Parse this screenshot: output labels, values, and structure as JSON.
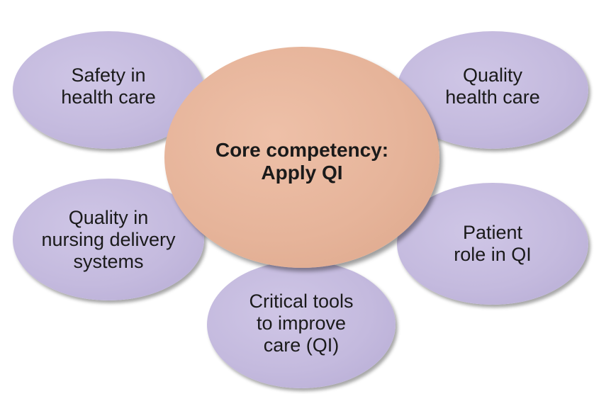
{
  "diagram": {
    "core": {
      "label": "Core competency:\nApply QI"
    },
    "satellites": {
      "safety": "Safety in\nhealth care",
      "quality": "Quality\nhealth care",
      "nursing": "Quality in\nnursing delivery\nsystems",
      "patient": "Patient\nrole in QI",
      "tools": "Critical tools\nto improve\ncare (QI)"
    },
    "colors": {
      "satellite_fill": "#c4bade",
      "core_fill": "#e6b49a",
      "text": "#1a1a1a"
    }
  }
}
